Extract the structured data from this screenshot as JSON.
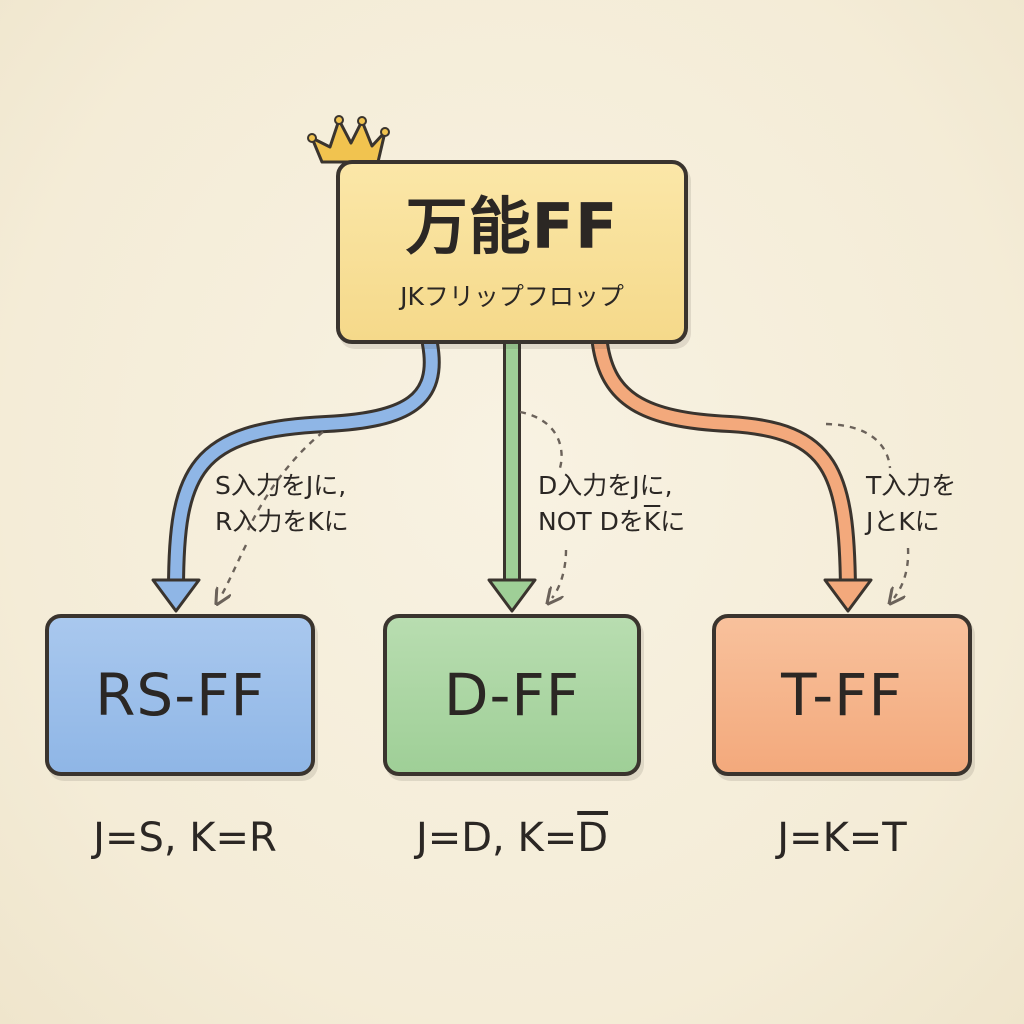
{
  "root": {
    "title": "万能FF",
    "subtitle": "JKフリップフロップ"
  },
  "children": [
    {
      "id": "rs",
      "label": "RS-FF",
      "note_lines": [
        "S入力をJに,",
        "R入力をKに"
      ],
      "formula": "J=S, K=R",
      "color": "#8fb6e6"
    },
    {
      "id": "d",
      "label": "D-FF",
      "note_lines": [
        "D入力をJに,",
        "NOT Dを",
        "K",
        "に"
      ],
      "formula_prefix": "J=D, K=",
      "formula_overline": "D",
      "color": "#9fcf97"
    },
    {
      "id": "t",
      "label": "T-FF",
      "note_lines": [
        "T入力を",
        "JとKに"
      ],
      "formula": "J=K=T",
      "color": "#f3a97c"
    }
  ],
  "colors": {
    "root": "#f5d98a",
    "rs": "#8fb6e6",
    "d": "#9fcf97",
    "t": "#f3a97c",
    "outline": "#3a342e",
    "background": "#f6efdc"
  },
  "icons": {
    "crown": "crown-icon"
  }
}
